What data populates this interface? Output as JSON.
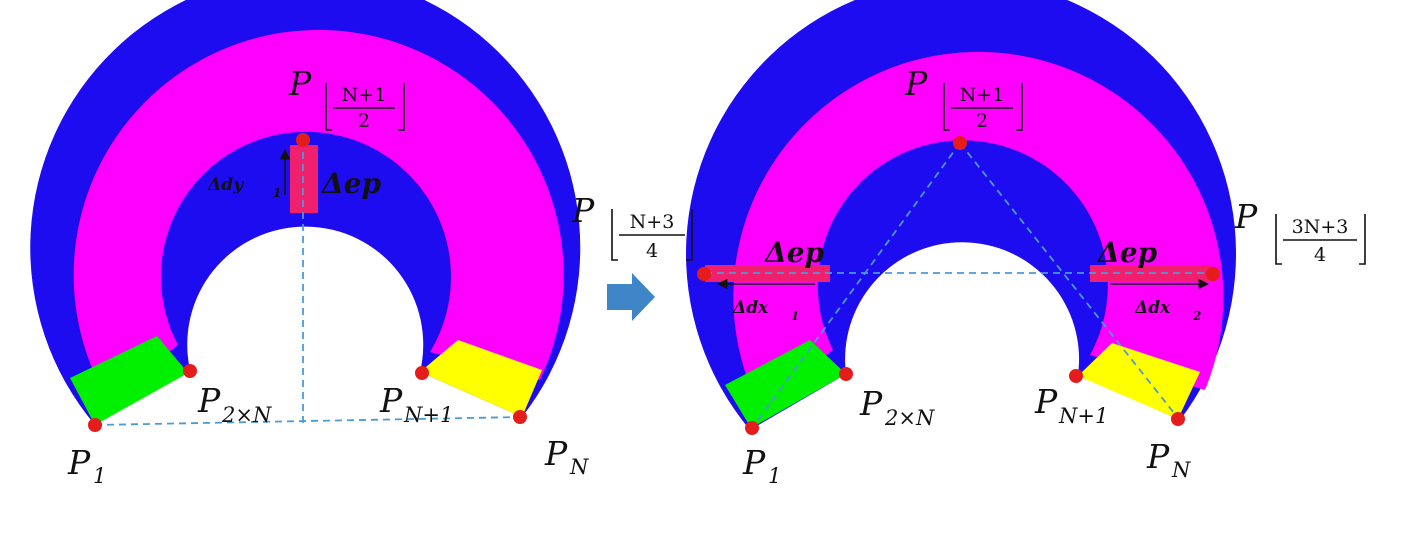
{
  "colors": {
    "outer_band": "#1e0cf0",
    "middle_band": "#ff00ff",
    "green_block": "#00f000",
    "yellow_block": "#ffff00",
    "point": "#e51c1c",
    "strip": "#f0206e",
    "guide": "#4a9ad8",
    "arrow": "#3f86c8"
  },
  "left": {
    "points": {
      "top": {
        "main": "P",
        "sub": "",
        "floor_frac": {
          "num": "N+1",
          "den": "2"
        }
      },
      "p1": {
        "main": "P",
        "sub": "1"
      },
      "p2n": {
        "main": "P",
        "sub": "2×N"
      },
      "pn1": {
        "main": "P",
        "sub": "N+1"
      },
      "pn": {
        "main": "P",
        "sub": "N"
      }
    },
    "labels": {
      "delta_ep": "Δep",
      "delta_dy": "Δdy",
      "delta_dy_sub": "1"
    }
  },
  "arrow_icon": "right-arrow",
  "right": {
    "points": {
      "top": {
        "main": "P",
        "floor_frac": {
          "num": "N+1",
          "den": "2"
        }
      },
      "left": {
        "main": "P",
        "floor_frac": {
          "num": "N+3",
          "den": "4"
        }
      },
      "right": {
        "main": "P",
        "floor_frac": {
          "num": "3N+3",
          "den": "4"
        }
      },
      "p1": {
        "main": "P",
        "sub": "1"
      },
      "p2n": {
        "main": "P",
        "sub": "2×N"
      },
      "pn1": {
        "main": "P",
        "sub": "N+1"
      },
      "pn": {
        "main": "P",
        "sub": "N"
      }
    },
    "labels": {
      "delta_ep_left": "Δep",
      "delta_ep_right": "Δep",
      "delta_dx1": "Δdx",
      "delta_dx1_sub": "1",
      "delta_dx2": "Δdx",
      "delta_dx2_sub": "2"
    }
  }
}
